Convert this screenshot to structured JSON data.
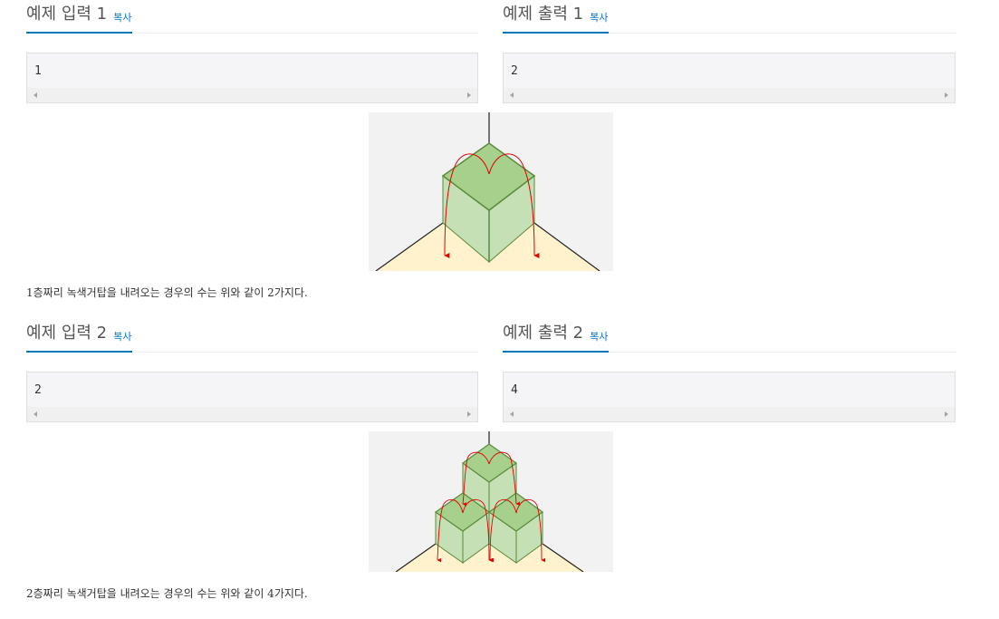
{
  "examples": [
    {
      "input_title": "예제 입력 1",
      "output_title": "예제 출력 1",
      "copy_label": "복사",
      "input_value": "1",
      "output_value": "2",
      "caption": "1층짜리 녹색거탑을 내려오는 경우의 수는 위와 같이 2가지다."
    },
    {
      "input_title": "예제 입력 2",
      "output_title": "예제 출력 2",
      "copy_label": "복사",
      "input_value": "2",
      "output_value": "4",
      "caption": "2층짜리 녹색거탑을 내려오는 경우의 수는 위와 같이 4가지다."
    }
  ],
  "colors": {
    "accent": "#0076c0",
    "cube_top": "#a8d08d",
    "cube_side": "#c5e0b4",
    "cube_edge": "#5a8a3c",
    "floor": "#fff2cc",
    "figure_bg": "#f2f2f2",
    "path": "#e00000"
  }
}
